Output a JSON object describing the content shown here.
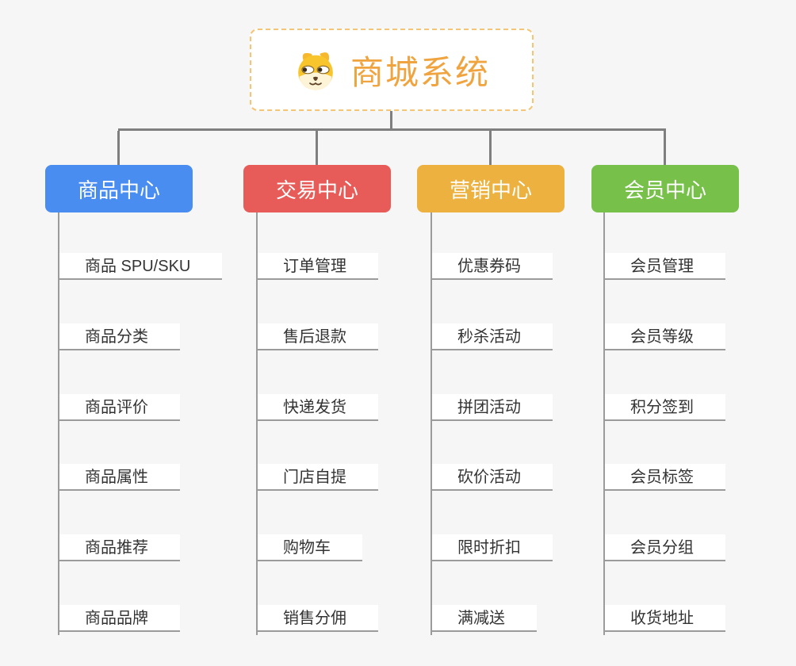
{
  "root": {
    "title": "商城系统",
    "icon": "dog-face-icon"
  },
  "branches": [
    {
      "label": "商品中心",
      "color": "#4a8df0",
      "items": [
        "商品 SPU/SKU",
        "商品分类",
        "商品评价",
        "商品属性",
        "商品推荐",
        "商品品牌"
      ]
    },
    {
      "label": "交易中心",
      "color": "#e75c58",
      "items": [
        "订单管理",
        "售后退款",
        "快递发货",
        "门店自提",
        "购物车",
        "销售分佣"
      ]
    },
    {
      "label": "营销中心",
      "color": "#ecb13e",
      "items": [
        "优惠券码",
        "秒杀活动",
        "拼团活动",
        "砍价活动",
        "限时折扣",
        "满减送"
      ]
    },
    {
      "label": "会员中心",
      "color": "#77c14a",
      "items": [
        "会员管理",
        "会员等级",
        "积分签到",
        "会员标签",
        "会员分组",
        "收货地址"
      ]
    }
  ],
  "colors": {
    "background": "#f6f6f7",
    "connector": "#7f7f7f",
    "leaf_line": "#9b9b9b",
    "leaf_text": "#333333",
    "leaf_bg": "#ffffff",
    "node_text": "#ffffff",
    "root_text": "#f0a43f",
    "root_border": "#f6c473"
  }
}
